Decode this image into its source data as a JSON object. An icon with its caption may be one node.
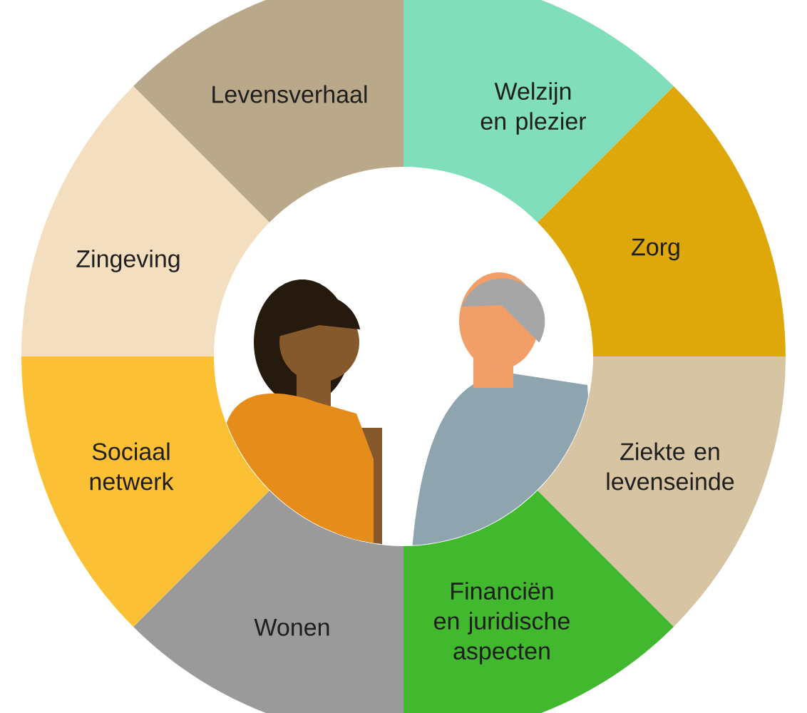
{
  "diagram": {
    "nodes": [
      {
        "text": [
          "Levensverhaal"
        ]
      },
      {
        "text": [
          "Welzijn en plezier"
        ]
      },
      {
        "text": [
          "Zorg"
        ]
      },
      {
        "text": [
          "Ziekte en levenseinde"
        ]
      },
      {
        "text": [
          "Financiën en juridische aspecten"
        ]
      },
      {
        "text": [
          "Wonen"
        ]
      },
      {
        "text": [
          "Sociaal netwerk"
        ]
      },
      {
        "text": [
          "Zingeving"
        ]
      }
    ]
  }
}
